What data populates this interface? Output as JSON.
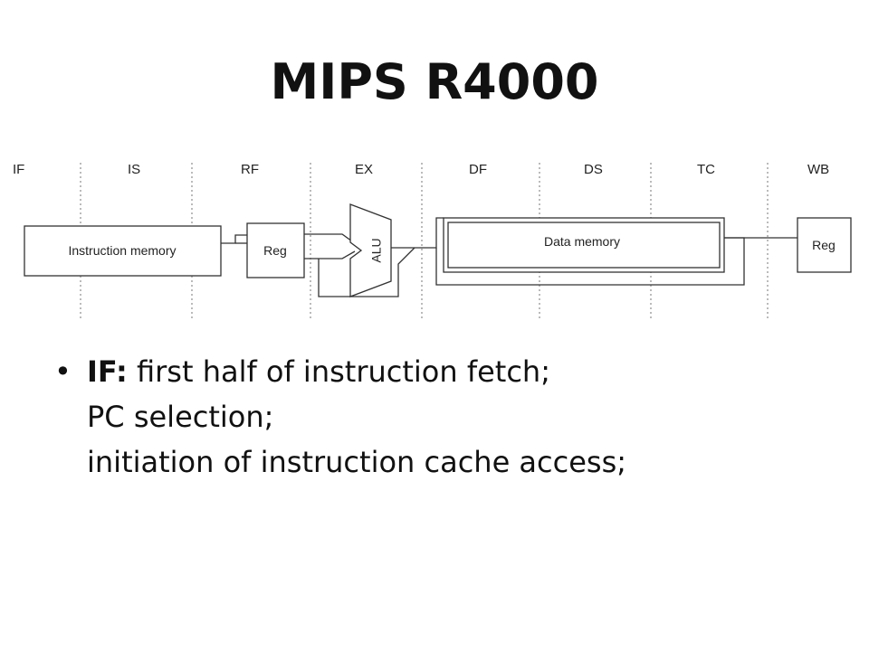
{
  "title": "MIPS R4000",
  "diagram": {
    "stages": [
      "IF",
      "IS",
      "RF",
      "EX",
      "DF",
      "DS",
      "TC",
      "WB"
    ],
    "instruction_memory_label": "Instruction memory",
    "reg_left_label": "Reg",
    "alu_label": "ALU",
    "data_memory_label": "Data memory",
    "reg_right_label": "Reg"
  },
  "bullet": {
    "marker": "•",
    "term": "IF:",
    "text": " first half of instruction fetch;",
    "lines": [
      "PC selection;",
      "initiation of instruction cache access;"
    ]
  }
}
